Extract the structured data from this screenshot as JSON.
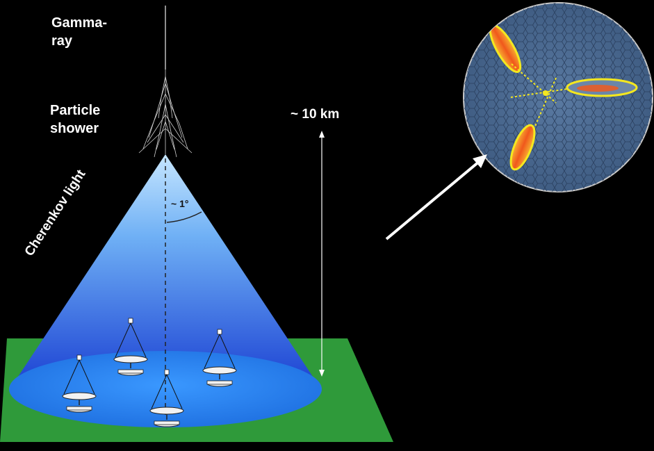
{
  "labels": {
    "gamma_line1": "Gamma-",
    "gamma_line2": "ray",
    "shower_line1": "Particle",
    "shower_line2": "shower",
    "height": "~ 10 km",
    "angle": "~ 1°",
    "cherenkov": "Cherenkov light"
  },
  "colors": {
    "background": "#000000",
    "ground": "#2f9a3a",
    "cone_top": "#a9d8ff",
    "cone_bottom": "#1d44d6",
    "pool": "#2f86f0",
    "camera_face": "#4e6d92",
    "ellipse_outline": "#f4e71f",
    "ellipse_fill": "#f58a1e",
    "arrow": "#ffffff"
  },
  "telescope_count": 4
}
